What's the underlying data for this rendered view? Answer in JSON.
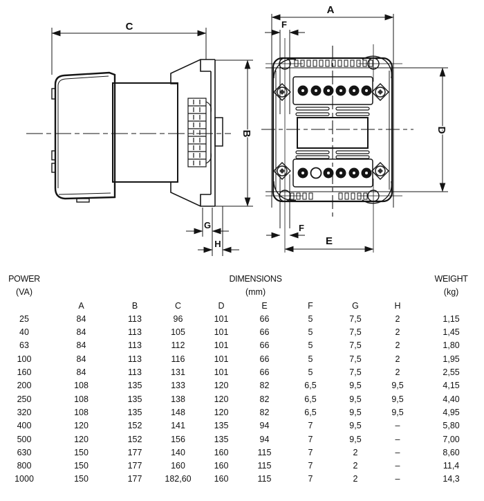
{
  "diagram": {
    "line_color": "#141414",
    "side_view": {
      "dim_c": "C",
      "dim_b": "B",
      "dim_g": "G",
      "dim_h": "H"
    },
    "front_view": {
      "dim_a": "A",
      "dim_f_top": "F",
      "dim_d": "D",
      "dim_f_bottom": "F",
      "dim_e": "E"
    }
  },
  "table": {
    "power_header": "POWER",
    "power_unit": "(VA)",
    "dimensions_header": "DIMENSIONS",
    "dimensions_unit": "(mm)",
    "weight_header": "WEIGHT",
    "weight_unit": "(kg)",
    "columns": [
      "A",
      "B",
      "C",
      "D",
      "E",
      "F",
      "G",
      "H"
    ],
    "rows": [
      {
        "power": "25",
        "a": "84",
        "b": "113",
        "c": "96",
        "d": "101",
        "e": "66",
        "f": "5",
        "g": "7,5",
        "h": "2",
        "weight": "1,15"
      },
      {
        "power": "40",
        "a": "84",
        "b": "113",
        "c": "105",
        "d": "101",
        "e": "66",
        "f": "5",
        "g": "7,5",
        "h": "2",
        "weight": "1,45"
      },
      {
        "power": "63",
        "a": "84",
        "b": "113",
        "c": "112",
        "d": "101",
        "e": "66",
        "f": "5",
        "g": "7,5",
        "h": "2",
        "weight": "1,80"
      },
      {
        "power": "100",
        "a": "84",
        "b": "113",
        "c": "116",
        "d": "101",
        "e": "66",
        "f": "5",
        "g": "7,5",
        "h": "2",
        "weight": "1,95"
      },
      {
        "power": "160",
        "a": "84",
        "b": "113",
        "c": "131",
        "d": "101",
        "e": "66",
        "f": "5",
        "g": "7,5",
        "h": "2",
        "weight": "2,55"
      },
      {
        "power": "200",
        "a": "108",
        "b": "135",
        "c": "133",
        "d": "120",
        "e": "82",
        "f": "6,5",
        "g": "9,5",
        "h": "9,5",
        "weight": "4,15"
      },
      {
        "power": "250",
        "a": "108",
        "b": "135",
        "c": "138",
        "d": "120",
        "e": "82",
        "f": "6,5",
        "g": "9,5",
        "h": "9,5",
        "weight": "4,40"
      },
      {
        "power": "320",
        "a": "108",
        "b": "135",
        "c": "148",
        "d": "120",
        "e": "82",
        "f": "6,5",
        "g": "9,5",
        "h": "9,5",
        "weight": "4,95"
      },
      {
        "power": "400",
        "a": "120",
        "b": "152",
        "c": "141",
        "d": "135",
        "e": "94",
        "f": "7",
        "g": "9,5",
        "h": "–",
        "weight": "5,80"
      },
      {
        "power": "500",
        "a": "120",
        "b": "152",
        "c": "156",
        "d": "135",
        "e": "94",
        "f": "7",
        "g": "9,5",
        "h": "–",
        "weight": "7,00"
      },
      {
        "power": "630",
        "a": "150",
        "b": "177",
        "c": "140",
        "d": "160",
        "e": "115",
        "f": "7",
        "g": "2",
        "h": "–",
        "weight": "8,60"
      },
      {
        "power": "800",
        "a": "150",
        "b": "177",
        "c": "160",
        "d": "160",
        "e": "115",
        "f": "7",
        "g": "2",
        "h": "–",
        "weight": "11,4"
      },
      {
        "power": "1000",
        "a": "150",
        "b": "177",
        "c": "182,60",
        "d": "160",
        "e": "115",
        "f": "7",
        "g": "2",
        "h": "–",
        "weight": "14,3"
      }
    ]
  }
}
